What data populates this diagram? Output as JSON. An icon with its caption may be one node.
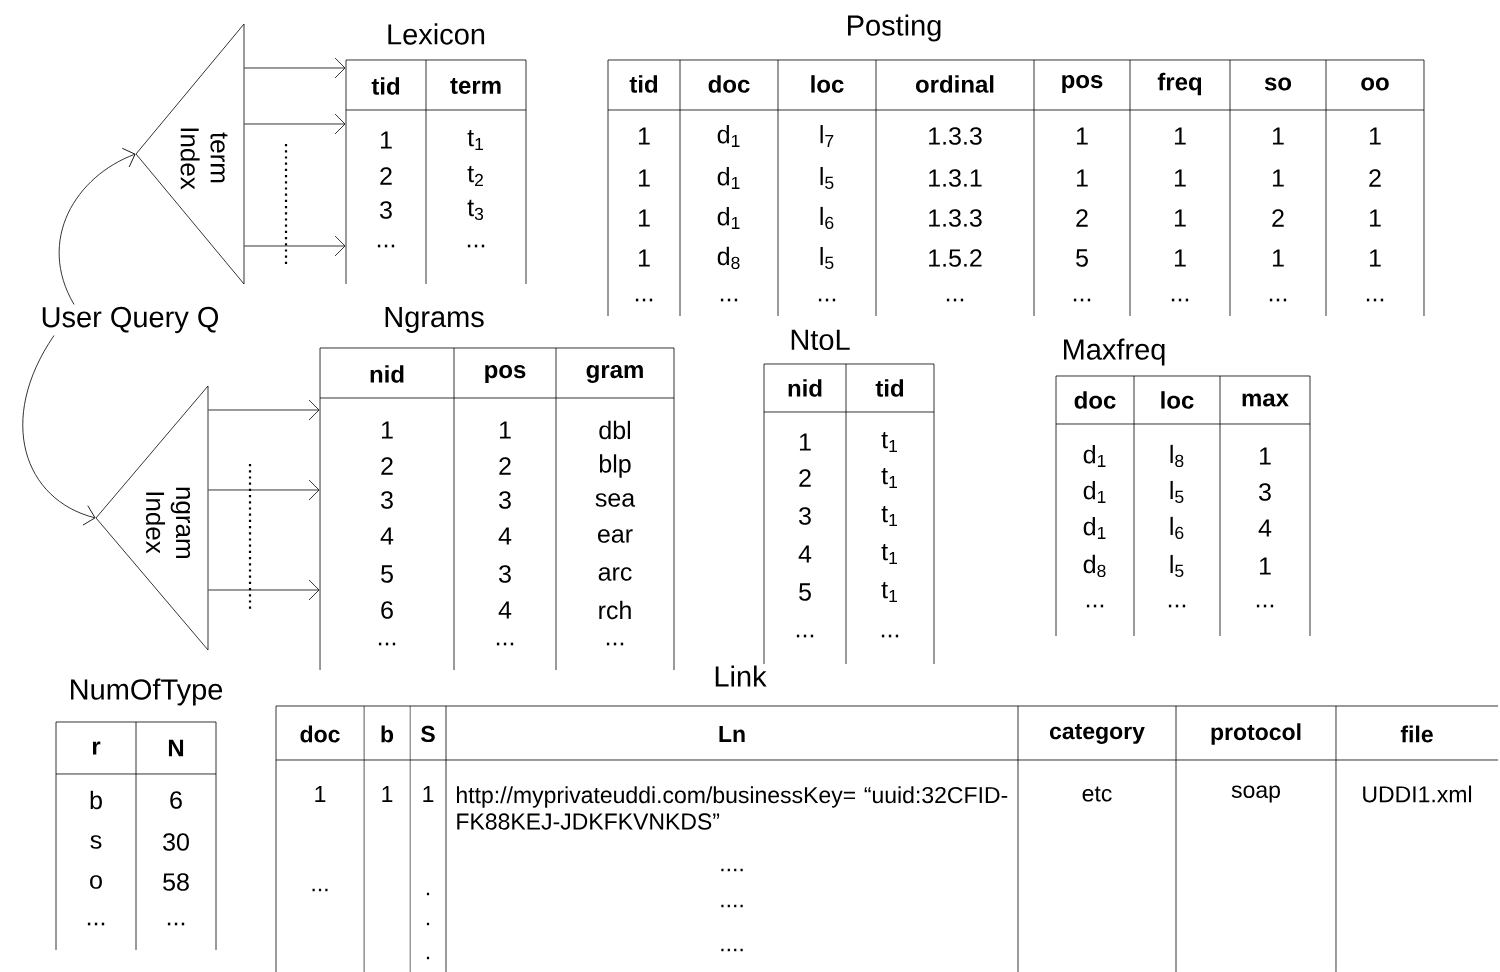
{
  "diagram": {
    "nodes": [
      {
        "text": [
          "term Index"
        ]
      },
      {
        "text": [
          "Lexicon",
          "tid",
          "term",
          "1",
          "t$_{1}$",
          "2",
          "t$_{2}$",
          "3",
          "t$_{3}$",
          "...",
          "..."
        ]
      },
      {
        "text": [
          "Posting",
          "tid",
          "doc",
          "loc",
          "ordinal",
          "pos",
          "freq",
          "so",
          "oo",
          "1",
          "d$_{1}$",
          "l$_{7}$",
          "1.3.3",
          "1",
          "1",
          "1",
          "1",
          "1",
          "d$_{1}$",
          "l$_{5}$",
          "1.3.1",
          "1",
          "1",
          "1",
          "2",
          "1",
          "d$_{1}$",
          "l$_{6}$",
          "1.3.3",
          "2",
          "1",
          "2",
          "1",
          "1",
          "d$_{8}$",
          "l$_{5}$",
          "1.5.2",
          "5",
          "1",
          "1",
          "1",
          "...",
          "...",
          "...",
          "...",
          "...",
          "...",
          "...",
          "..."
        ]
      },
      {
        "text": [
          "User Query Q"
        ]
      },
      {
        "text": [
          "ngram Index"
        ]
      },
      {
        "text": [
          "Ngrams",
          "nid",
          "pos",
          "gram",
          "1",
          "1",
          "dbl",
          "2",
          "2",
          "blp",
          "3",
          "3",
          "sea",
          "4",
          "4",
          "ear",
          "5",
          "3",
          "arc",
          "6",
          "4",
          "rch",
          "...",
          "...",
          "..."
        ]
      },
      {
        "text": [
          "NtoL",
          "nid",
          "tid",
          "1",
          "t$_{1}$",
          "2",
          "t$_{1}$",
          "3",
          "t$_{1}$",
          "4",
          "t$_{1}$",
          "5",
          "t$_{1}$",
          "...",
          "..."
        ]
      },
      {
        "text": [
          "Maxfreq",
          "doc",
          "loc",
          "max",
          "d$_{1}$",
          "l$_{8}$",
          "1",
          "d$_{1}$",
          "l$_{5}$",
          "3",
          "d$_{1}$",
          "l$_{6}$",
          "4",
          "d$_{8}$",
          "l$_{5}$",
          "1",
          "...",
          "...",
          "..."
        ]
      },
      {
        "text": [
          "NumOfType",
          "r",
          "N",
          "b",
          "6",
          "s",
          "30",
          "o",
          "58",
          "...",
          "..."
        ]
      },
      {
        "text": [
          "Link",
          "doc",
          "b",
          "S",
          "Ln",
          "category",
          "protocol",
          "file",
          "1",
          "1",
          "1",
          "http://myprivateuddi.com/businessKey= “uuid:32CFID-FK88KEJ-JDKFKVNKDS”",
          "etc",
          "soap",
          "UDDI1.xml",
          "...",
          ".",
          "....",
          ".",
          "....",
          ".",
          "...."
        ]
      }
    ],
    "edges": [
      {
        "from": 3,
        "to": 0,
        "arrow": "to"
      },
      {
        "from": 0,
        "to": 1,
        "arrow": "to"
      },
      {
        "from": 0,
        "to": 1,
        "arrow": "to"
      },
      {
        "from": 0,
        "to": 1,
        "arrow": "to"
      },
      {
        "from": 3,
        "to": 4,
        "arrow": "to"
      },
      {
        "from": 4,
        "to": 5,
        "arrow": "to"
      },
      {
        "from": 4,
        "to": 5,
        "arrow": "to"
      },
      {
        "from": 4,
        "to": 5,
        "arrow": "to"
      }
    ]
  }
}
